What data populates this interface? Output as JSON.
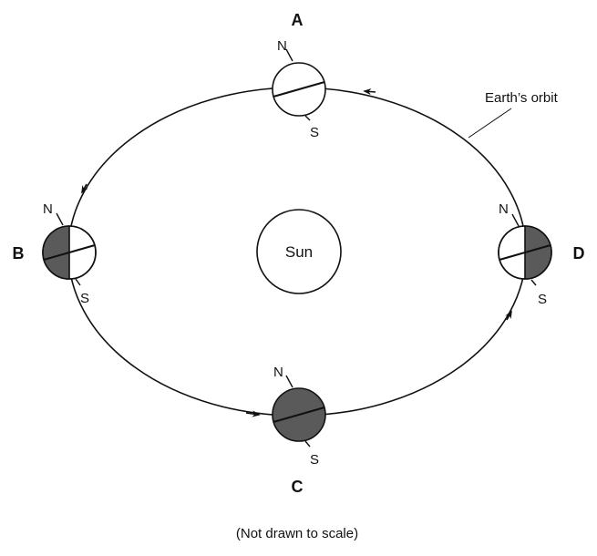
{
  "diagram": {
    "orbit_label": "Earth’s orbit",
    "sun_label": "Sun",
    "note": "(Not drawn to scale)",
    "pole_north": "N",
    "pole_south": "S",
    "dark_color": "#5a5a5a",
    "positions": [
      {
        "id": "A",
        "label": "A"
      },
      {
        "id": "B",
        "label": "B"
      },
      {
        "id": "C",
        "label": "C"
      },
      {
        "id": "D",
        "label": "D"
      }
    ]
  }
}
